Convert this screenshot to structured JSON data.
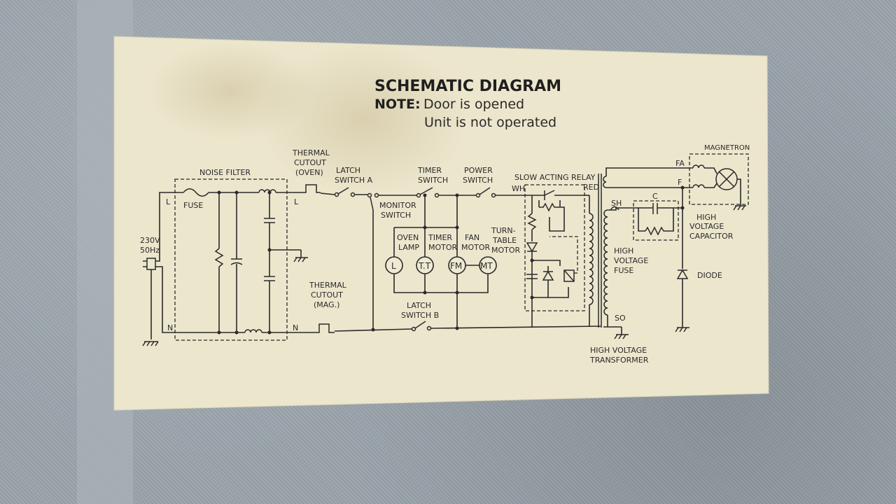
{
  "diagram": {
    "title": "SCHEMATIC DIAGRAM",
    "note_prefix": "NOTE:",
    "note_line1": "Door is opened",
    "note_line2": "Unit is not operated",
    "labels": {
      "noise_filter": "NOISE FILTER",
      "fuse": "FUSE",
      "voltage": "230V",
      "frequency": "50Hz",
      "line_l": "L",
      "line_n": "N",
      "line_l2": "L",
      "line_n2": "N",
      "thermal_cutout_oven_1": "THERMAL",
      "thermal_cutout_oven_2": "CUTOUT",
      "thermal_cutout_oven_3": "(OVEN)",
      "latch_switch_a_1": "LATCH",
      "latch_switch_a_2": "SWITCH A",
      "timer_switch_1": "TIMER",
      "timer_switch_2": "SWITCH",
      "power_switch_1": "POWER",
      "power_switch_2": "SWITCH",
      "monitor_switch_1": "MONITOR",
      "monitor_switch_2": "SWITCH",
      "oven_lamp_1": "OVEN",
      "oven_lamp_2": "LAMP",
      "timer_motor_1": "TIMER",
      "timer_motor_2": "MOTOR",
      "fan_motor_1": "FAN",
      "fan_motor_2": "MOTOR",
      "turntable_motor_1": "TURN-",
      "turntable_motor_2": "TABLE",
      "turntable_motor_3": "MOTOR",
      "motor_l": "L",
      "motor_tt": "T.T",
      "motor_fm": "FM",
      "motor_mt": "MT",
      "thermal_cutout_mag_1": "THERMAL",
      "thermal_cutout_mag_2": "CUTOUT",
      "thermal_cutout_mag_3": "(MAG.)",
      "latch_switch_b_1": "LATCH",
      "latch_switch_b_2": "SWITCH B",
      "slow_acting_relay": "SLOW ACTING RELAY",
      "wh": "WH",
      "red": "RED",
      "magnetron": "MAGNETRON",
      "fa": "FA",
      "f": "F",
      "sh": "SH",
      "so": "SO",
      "c": "C",
      "hv_fuse_1": "HIGH",
      "hv_fuse_2": "VOLTAGE",
      "hv_fuse_3": "FUSE",
      "hv_cap_1": "HIGH",
      "hv_cap_2": "VOLTAGE",
      "hv_cap_3": "CAPACITOR",
      "diode": "DIODE",
      "hv_transformer_1": "HIGH VOLTAGE",
      "hv_transformer_2": "TRANSFORMER"
    },
    "colors": {
      "panel": "#ece6cd",
      "ink": "#2a2a2a"
    }
  }
}
